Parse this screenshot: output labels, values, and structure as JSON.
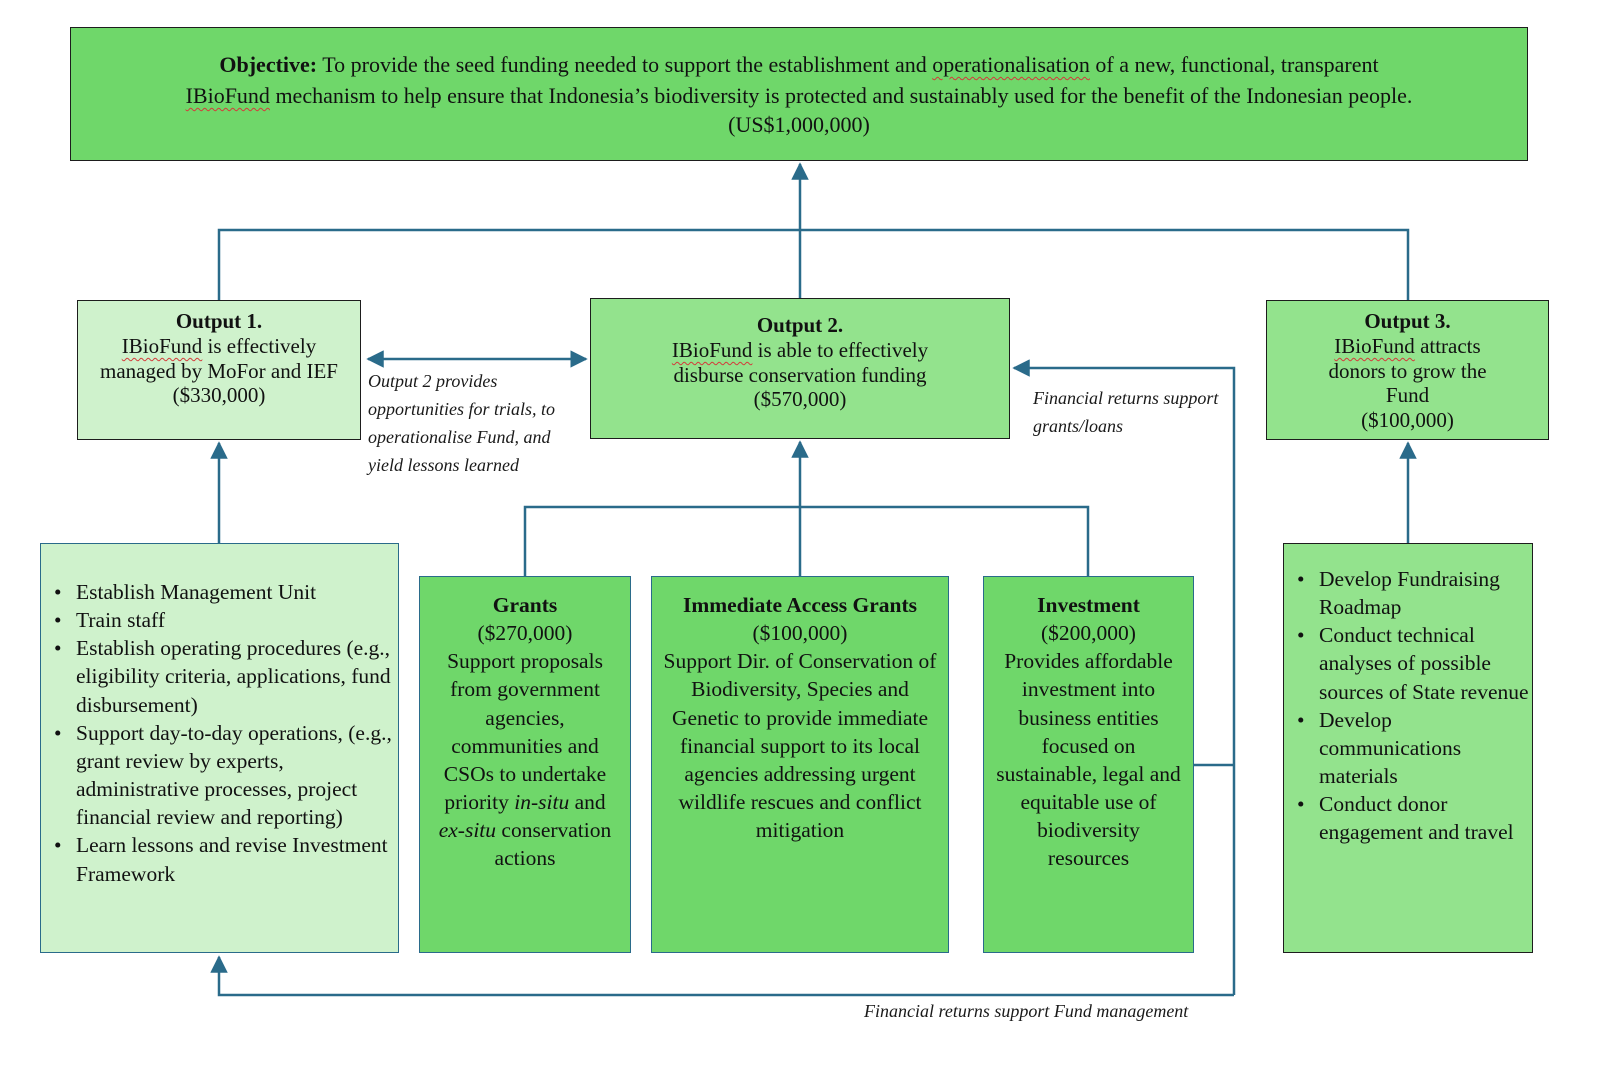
{
  "objective": {
    "label": "Objective:",
    "text1": " To provide the seed funding needed to support the establishment and ",
    "word1": "operationalisation",
    "text2": " of a new, functional, transparent",
    "word2": "IBioFund",
    "text3": " mechanism to help ensure that Indonesia’s biodiversity is protected and sustainably used for the benefit of the Indonesian people.",
    "amount": "(US$1,000,000)"
  },
  "outputs": [
    {
      "title": "Output 1.",
      "brand": "IBioFund",
      "desc": " is effectively managed by MoFor and IEF",
      "amount": "($330,000)"
    },
    {
      "title": "Output 2.",
      "brand": "IBioFund",
      "desc": " is able to effectively disburse conservation funding",
      "amount": "($570,000)"
    },
    {
      "title": "Output 3.",
      "brand": "IBioFund",
      "desc": " attracts donors to grow the Fund",
      "amount": "($100,000)"
    }
  ],
  "activities_output1": [
    "Establish Management Unit",
    "Train staff",
    "Establish operating procedures (e.g., eligibility criteria, applications, fund disbursement)",
    "Support day-to-day operations, (e.g., grant review by experts, administrative processes, project financial review and reporting)",
    "Learn lessons and revise Investment Framework"
  ],
  "activities_output3": [
    "Develop Fundraising Roadmap",
    "Conduct technical analyses of possible sources of State revenue",
    "Develop communications materials",
    "Conduct donor engagement and travel"
  ],
  "grants": {
    "title": "Grants",
    "amount": "($270,000)",
    "desc_a": "Support proposals from government agencies, communities and CSOs to undertake priority ",
    "em1": "in-situ",
    "desc_b": " and ",
    "em2": "ex-situ",
    "desc_c": " conservation actions"
  },
  "immediate": {
    "title": "Immediate Access Grants",
    "amount": "($100,000)",
    "desc": "Support Dir. of Conservation of Biodiversity, Species and Genetic to provide immediate financial support to its local agencies addressing urgent wildlife rescues and conflict mitigation"
  },
  "investment": {
    "title": "Investment",
    "amount": "($200,000)",
    "desc": "Provides affordable investment into business entities focused on sustainable, legal and equitable use of biodiversity resources"
  },
  "notes": {
    "output2_to_output1": "Output 2 provides opportunities for trials, to operationalise Fund, and yield lessons learned",
    "returns_grants": "Financial returns support grants/loans",
    "returns_management": "Financial returns support Fund management"
  },
  "colors": {
    "connector": "#2a6b8a",
    "dark_green": "#6fd76a",
    "mid_green": "#93e38d",
    "light_green": "#cff2cc"
  }
}
